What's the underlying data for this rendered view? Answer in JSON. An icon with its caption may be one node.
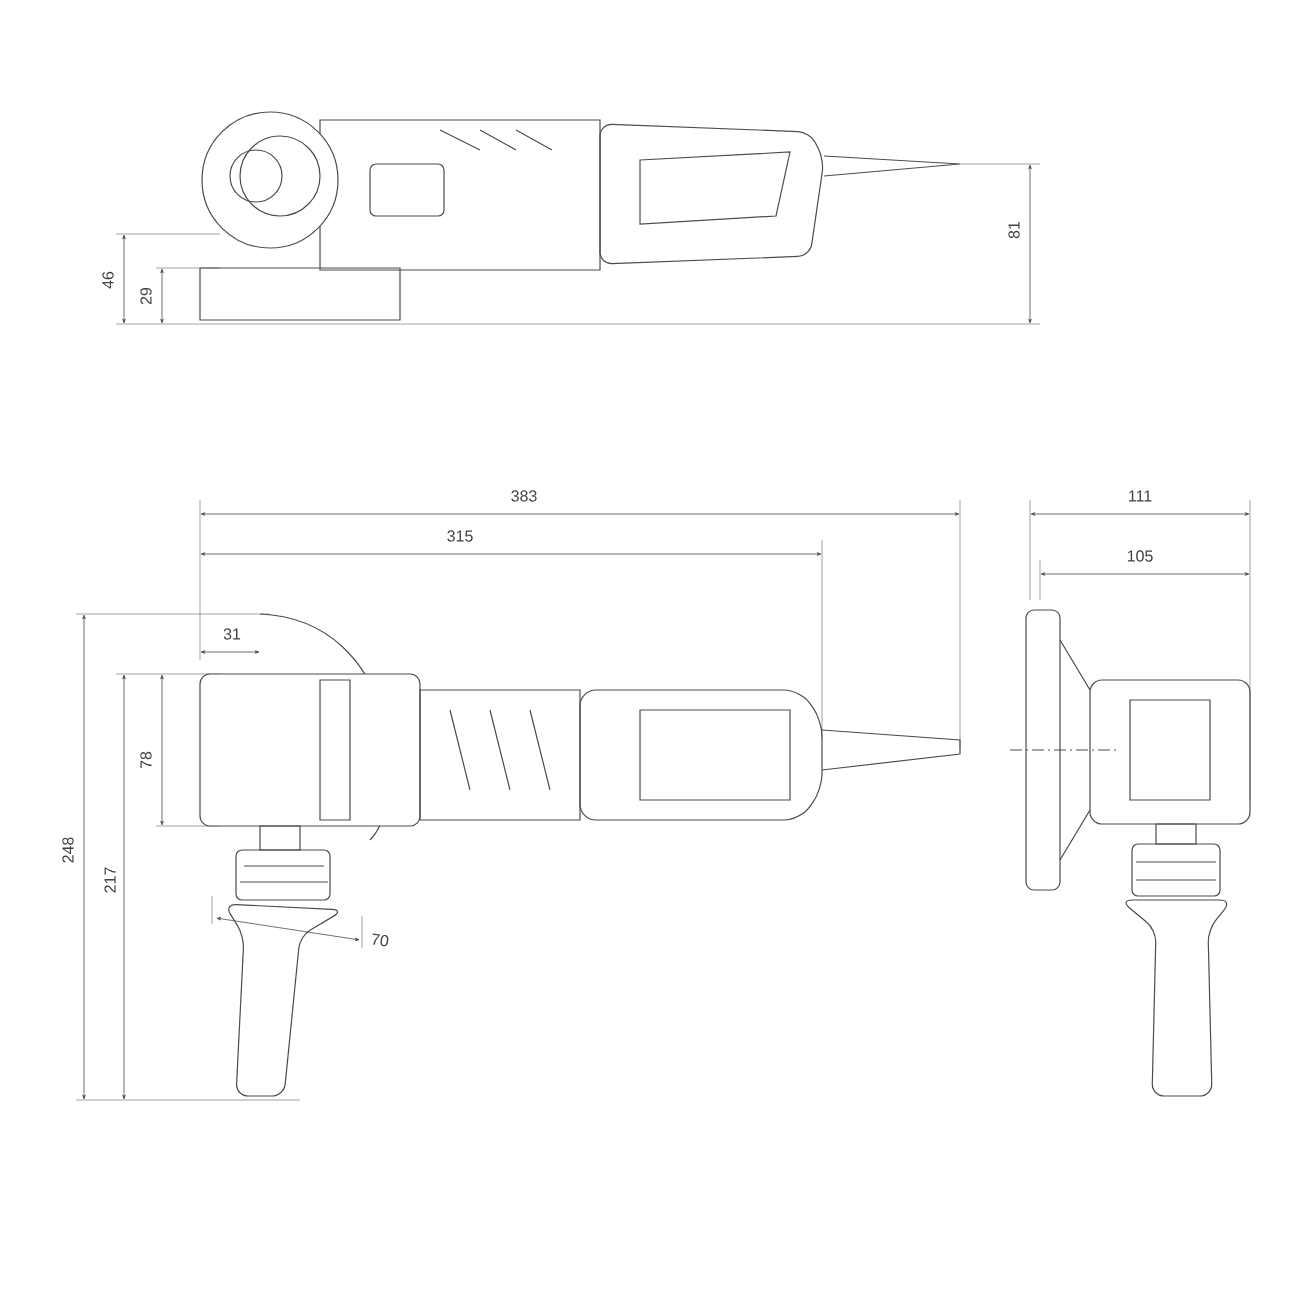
{
  "diagram": {
    "labels": [
      "46",
      "29",
      "81",
      "383",
      "111",
      "315",
      "105",
      "31",
      "78",
      "248",
      "217",
      "70"
    ]
  }
}
